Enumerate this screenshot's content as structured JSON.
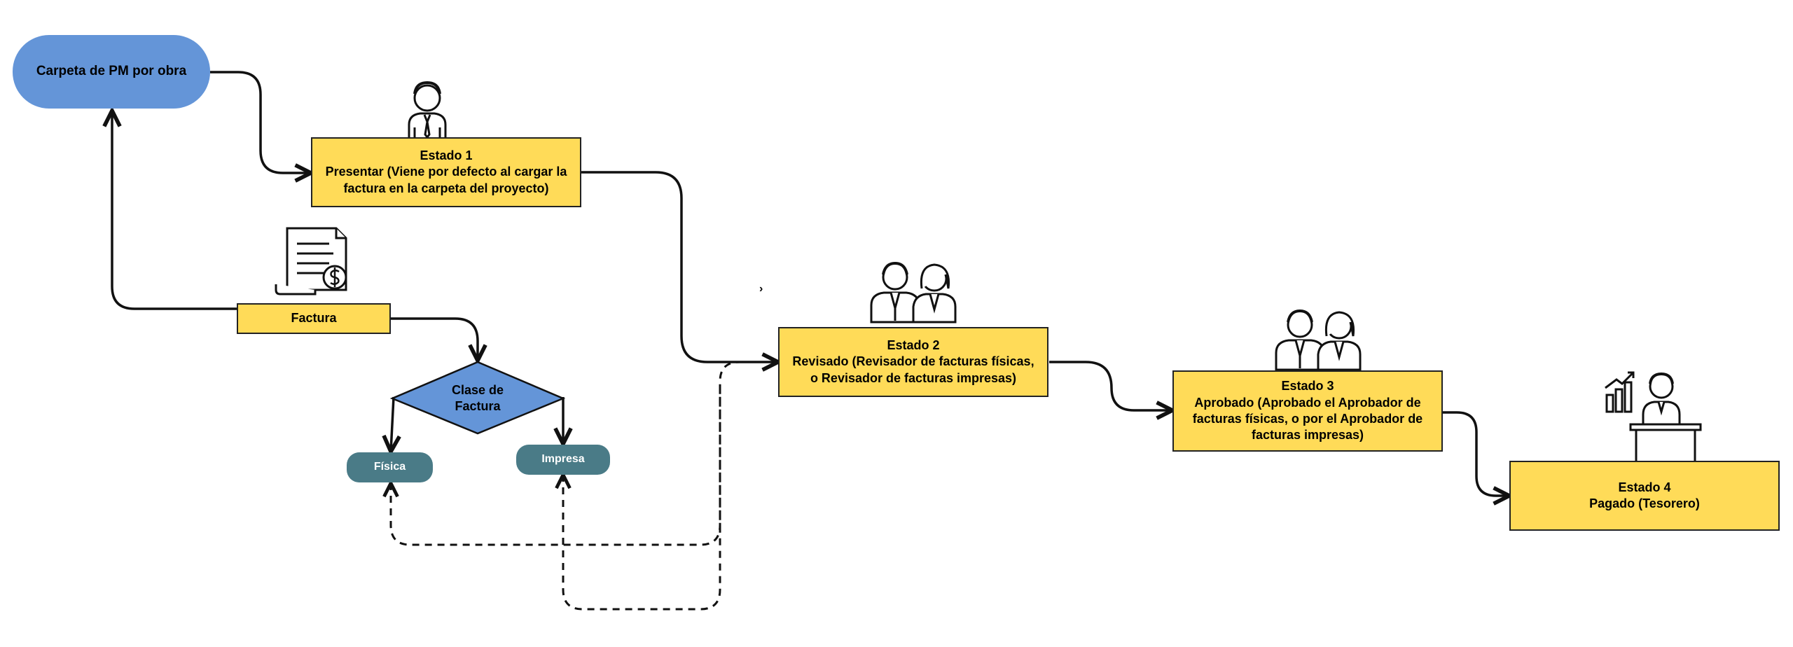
{
  "nodes": {
    "carpeta": "Carpeta de PM por obra",
    "estado1": {
      "title": "Estado 1",
      "line1": "Presentar (Viene por defecto al cargar la",
      "line2": "factura en la carpeta del proyecto)"
    },
    "factura": "Factura",
    "clase": {
      "line1": "Clase  de",
      "line2": "Factura"
    },
    "fisica": "Física",
    "impresa": "Impresa",
    "estado2": {
      "title": "Estado 2",
      "line1": "Revisado (Revisador  de facturas físicas,",
      "line2": "o Revisador de facturas impresas)"
    },
    "estado3": {
      "title": "Estado 3",
      "line1": "Aprobado  (Aprobado el Aprobador de",
      "line2": "facturas físicas, o  por el Aprobador de",
      "line3": "facturas impresas)"
    },
    "estado4": {
      "title": "Estado 4",
      "line1": "Pagado (Tesorero)"
    },
    "stray_mark": "›"
  },
  "colors": {
    "yellow": "#ffdb58",
    "blue": "#6495d8",
    "teal": "#4a7b87",
    "line": "#111111"
  },
  "icons": [
    "person-tie-icon",
    "invoice-dollar-icon",
    "couple-icon",
    "couple-icon",
    "presenter-chart-icon"
  ]
}
